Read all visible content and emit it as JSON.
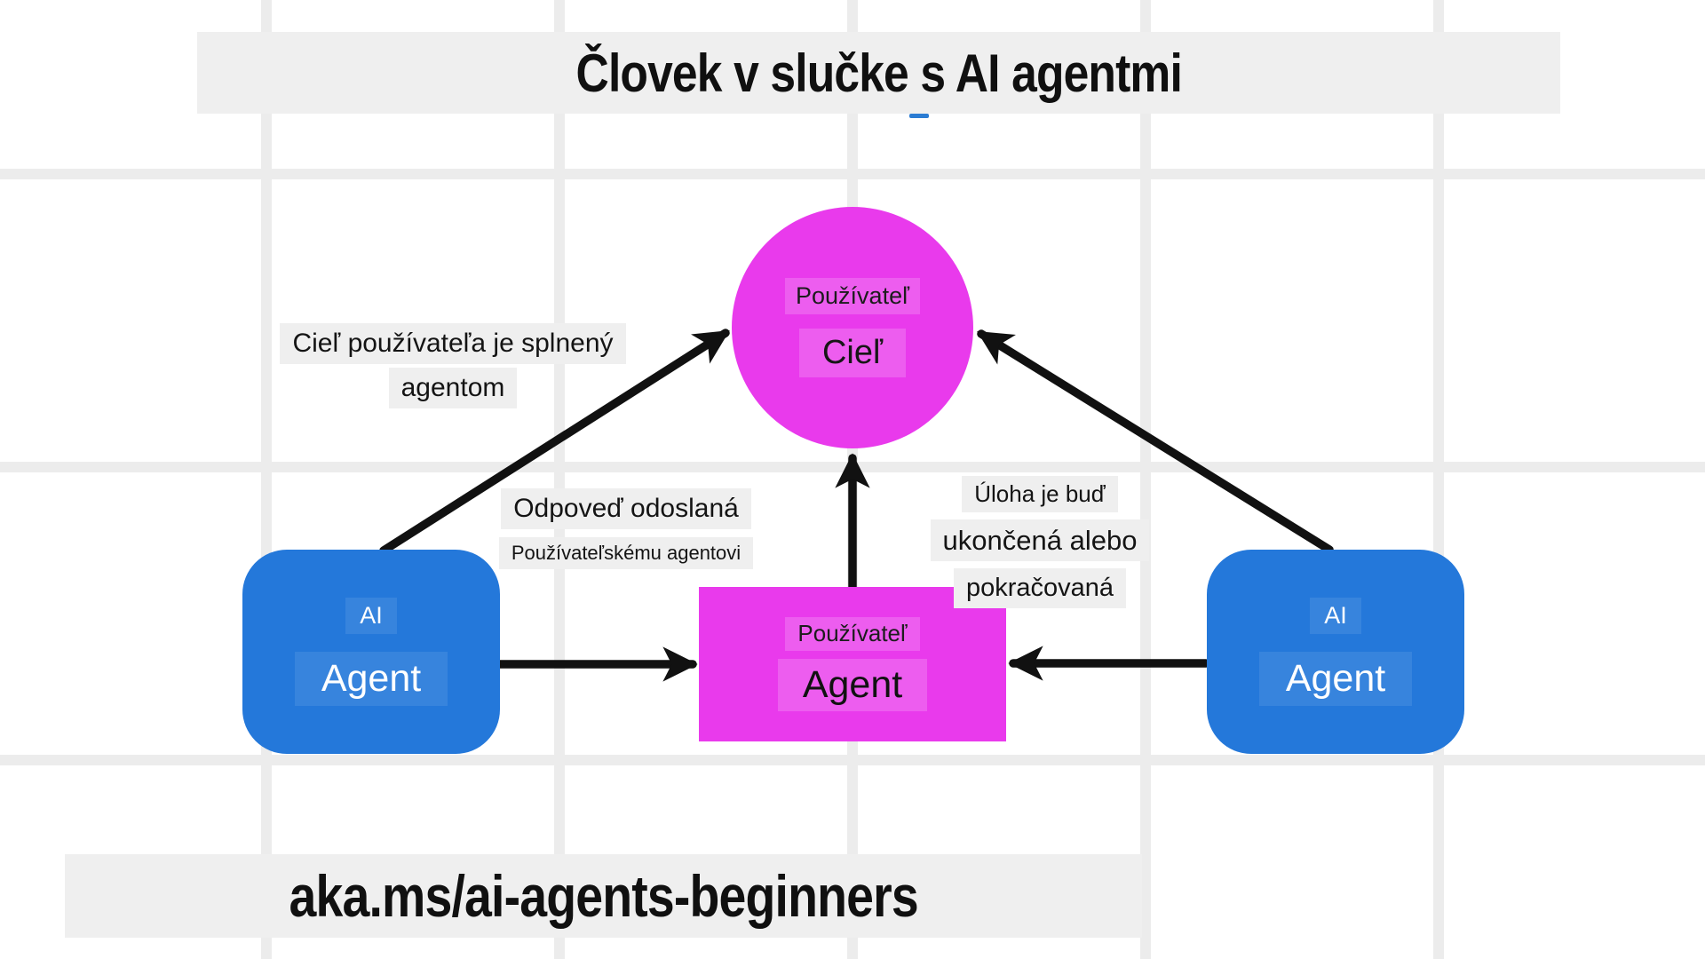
{
  "title": "Človek v slučke s AI agentmi",
  "footer": {
    "url_label": "aka.ms/ai-agents-beginners"
  },
  "nodes": {
    "goal_circle": {
      "subtitle": "Používateľ",
      "title": "Cieľ"
    },
    "user_agent": {
      "subtitle": "Používateľ",
      "title": "Agent"
    },
    "left_ai_agent": {
      "subtitle": "AI",
      "title": "Agent"
    },
    "right_ai_agent": {
      "subtitle": "AI",
      "title": "Agent"
    }
  },
  "labels": {
    "goal_fulfilled_line1": "Cieľ používateľa je splnený",
    "goal_fulfilled_line2": "agentom",
    "response_sent_line1": "Odpoveď odoslaná",
    "response_sent_line2": "Používateľskému agentovi",
    "task_line1": "Úloha je buď",
    "task_line2": "ukončená alebo",
    "task_line3": "pokračovaná"
  },
  "colors": {
    "magenta": "#e93aec",
    "blue": "#2478da",
    "label_bg": "#efefef",
    "grid_line": "#ececec",
    "arrow": "#111111",
    "accent_dash": "#2b7cd3"
  }
}
